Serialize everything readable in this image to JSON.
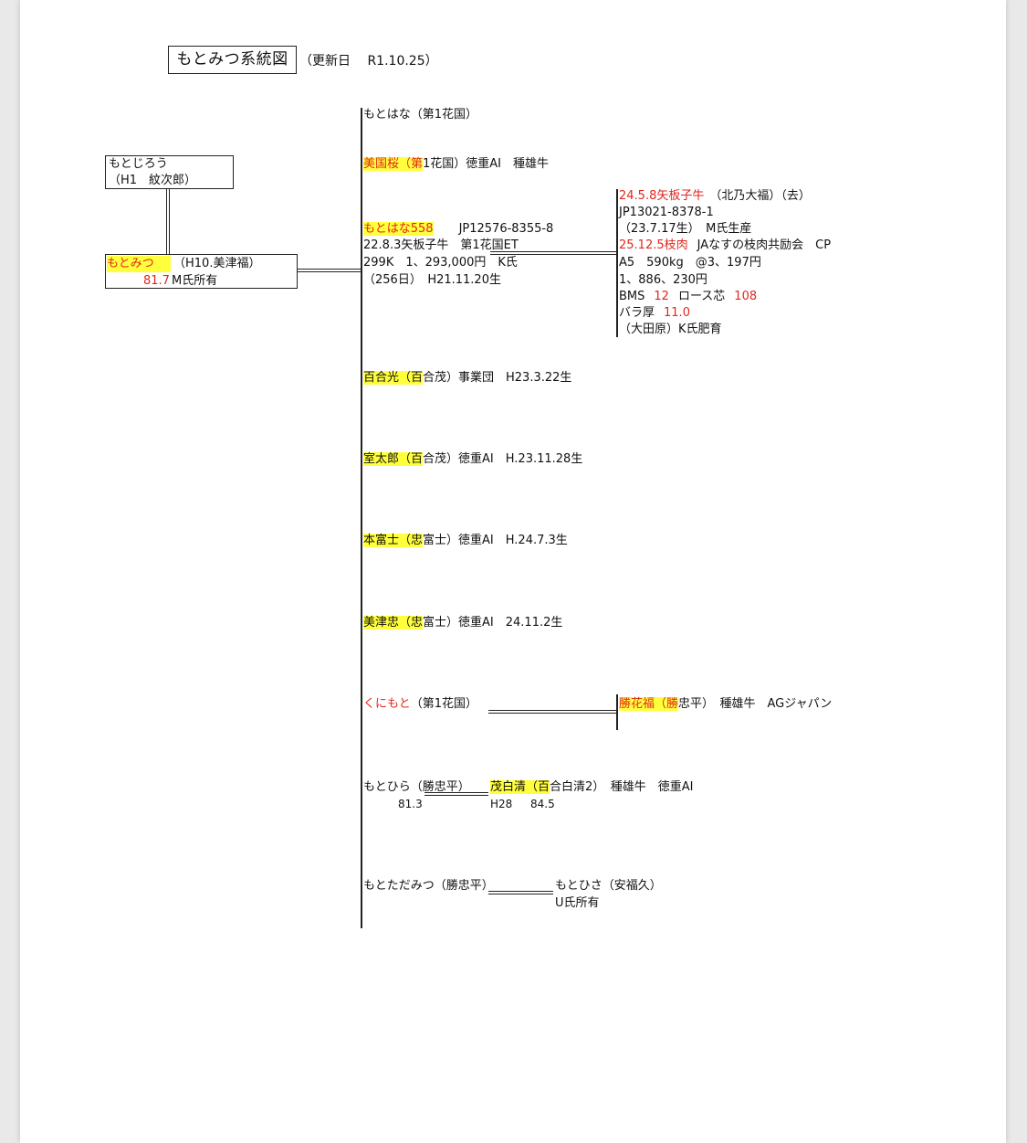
{
  "header": {
    "title": "もとみつ系統図",
    "updated": "（更新日　 R1.10.25）"
  },
  "left": {
    "sire_name": "もとじろう",
    "sire_sub": "（H1　紋次郎）",
    "main_name": "もとみつ",
    "main_sub": "（H10.美津福）",
    "main_score": "81.7",
    "main_owner": "M氏所有"
  },
  "children": {
    "motohana": "もとはな（第1花国）",
    "bikokuzakura_hl": "美国桜（第",
    "bikokuzakura_rest": "1花国）徳重AI　種雄牛",
    "motohana558_name": "もとはな558",
    "motohana558_id": "JP12576-8355-8",
    "motohana558_l2": "22.8.3矢板子牛　第1花国ET",
    "motohana558_l3": "299K　1、293,000円　K氏",
    "motohana558_l4": "（256日）　H21.11.20生",
    "yurimitsu_hl": "百合光（百",
    "yurimitsu_rest": "合茂）事業団　H23.3.22生",
    "murotaro_hl": "室太郎（百",
    "murotaro_rest": "合茂）徳重AI　H.23.11.28生",
    "motofuji_hl": "本富士（忠",
    "motofuji_rest": "富士）徳重AI　H.24.7.3生",
    "mitsutada_hl": "美津忠（忠",
    "mitsutada_rest": "富士）徳重AI　24.11.2生",
    "kunimoto_name": "くにもと",
    "kunimoto_rest": "（第1花国）",
    "motohira": "もとひら（勝忠平）",
    "motohira_score": "81.3",
    "motodamitsu": "もとただみつ（勝忠平）"
  },
  "grandchildren": {
    "yaita_l1_red": "24.5.8矢板子牛",
    "yaita_l1_rest": "（北乃大福）（去）",
    "yaita_l2": "JP13021-8378-1",
    "yaita_l3": "（23.7.17生）　M氏生産",
    "yaita_l4_red": "25.12.5枝肉",
    "yaita_l4_rest": "JAなすの枝肉共励会　CP",
    "yaita_l5": "A5　590kg　@3、197円",
    "yaita_l6": "1、886、230円",
    "yaita_l7_bms": "BMS",
    "yaita_l7_bms_val": "12",
    "yaita_l7_rose": "ロース芯",
    "yaita_l7_rose_val": "108",
    "yaita_l8_label": "バラ厚",
    "yaita_l8_val": "11.0",
    "yaita_l9": "（大田原）K氏肥育",
    "katsuhanafuku_hl": "勝花福（勝",
    "katsuhanafuku_rest": "忠平）　種雄牛　AGジャパン",
    "shigeshirakiyo_hl": "茂白清（百",
    "shigeshirakiyo_rest": "合白清2）　種雄牛　徳重AI",
    "shigeshirakiyo_year": "H28",
    "shigeshirakiyo_score": "84.5",
    "motohisa": "もとひさ（安福久）",
    "motohisa_owner": "U氏所有"
  }
}
